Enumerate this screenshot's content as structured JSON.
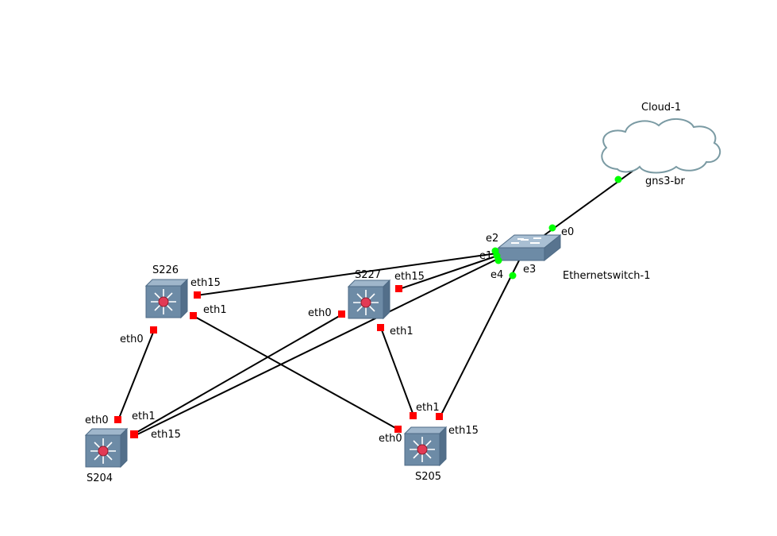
{
  "colors": {
    "link": "#000000",
    "port_down": "#ff0000",
    "port_up": "#00ff00",
    "device_body": "#6d8ba6",
    "device_top": "#9fb6cb",
    "cloud_stroke": "#7a9aa3"
  },
  "nodes": [
    {
      "id": "cloud-1",
      "label": "Cloud-1",
      "icon": "cloud-icon"
    },
    {
      "id": "ethernetswitch-1",
      "label": "Ethernetswitch-1",
      "icon": "ethernet-switch-icon"
    },
    {
      "id": "s226",
      "label": "S226",
      "icon": "multilayer-switch-icon"
    },
    {
      "id": "s227",
      "label": "S227",
      "icon": "multilayer-switch-icon"
    },
    {
      "id": "s204",
      "label": "S204",
      "icon": "multilayer-switch-icon"
    },
    {
      "id": "s205",
      "label": "S205",
      "icon": "multilayer-switch-icon"
    }
  ],
  "ports": {
    "cloud_gns3br": "gns3-br",
    "esw_e0": "e0",
    "esw_e1": "e1",
    "esw_e2": "e2",
    "esw_e3": "e3",
    "esw_e4": "e4",
    "s226_eth15": "eth15",
    "s226_eth1": "eth1",
    "s226_eth0": "eth0",
    "s227_eth15": "eth15",
    "s227_eth0": "eth0",
    "s227_eth1": "eth1",
    "s204_eth0": "eth0",
    "s204_eth1": "eth1",
    "s204_eth15": "eth15",
    "s205_eth1": "eth1",
    "s205_eth0": "eth0",
    "s205_eth15": "eth15"
  },
  "links": [
    {
      "from": "cloud-1",
      "to": "ethernetswitch-1",
      "status": "up"
    },
    {
      "from": "s226",
      "to": "ethernetswitch-1",
      "status": "mixed"
    },
    {
      "from": "s227",
      "to": "s204",
      "status": "down"
    },
    {
      "from": "s204",
      "to": "ethernetswitch-1",
      "status": "mixed"
    },
    {
      "from": "s205",
      "to": "ethernetswitch-1",
      "status": "mixed"
    },
    {
      "from": "s226",
      "to": "s205",
      "status": "down"
    },
    {
      "from": "s226",
      "to": "s204",
      "status": "down"
    },
    {
      "from": "s227",
      "to": "s205",
      "status": "down"
    },
    {
      "from": "s227",
      "to": "ethernetswitch-1",
      "status": "mixed"
    }
  ]
}
